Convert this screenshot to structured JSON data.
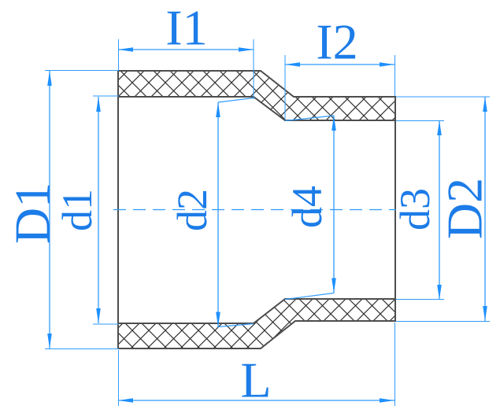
{
  "drawing": {
    "description": "Cross-section technical drawing of a concentric reducer pipe coupling with crosshatched walls",
    "dimensions": {
      "I1": "I1",
      "I2": "I2",
      "L": "L",
      "D1": "D1",
      "d1": "d1",
      "d2": "d2",
      "d3": "d3",
      "d4": "d4",
      "D2": "D2"
    },
    "colors": {
      "dimension_line_blue": "#2E9BFF",
      "arrow_blue": "#1E90FF",
      "label_blue": "#1C7CE8",
      "part_outline_gray": "#4D4D4D",
      "hatch_gray": "#2E2E2E",
      "background": "#FFFFFF"
    }
  }
}
